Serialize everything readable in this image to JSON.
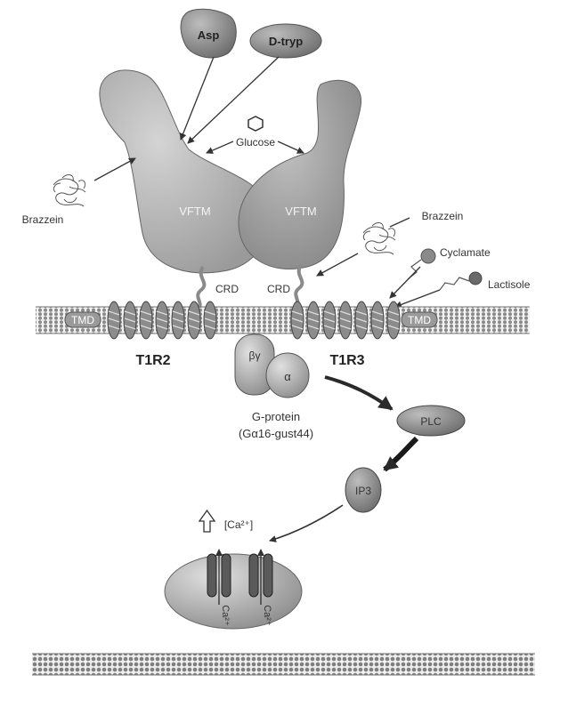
{
  "ligands": {
    "asp": "Asp",
    "dtryp": "D-tryp",
    "glucose": "Glucose",
    "brazzein_left": "Brazzein",
    "brazzein_right": "Brazzein",
    "cyclamate": "Cyclamate",
    "lactisole": "Lactisole"
  },
  "receptor": {
    "vftm_left": "VFTM",
    "vftm_right": "VFTM",
    "crd_left": "CRD",
    "crd_right": "CRD",
    "tmd_left": "TMD",
    "tmd_right": "TMD",
    "t1r2": "T1R2",
    "t1r3": "T1R3"
  },
  "gprotein": {
    "beta_gamma": "βγ",
    "alpha": "α",
    "label": "G-protein",
    "sublabel": "(Gα16-gust44)"
  },
  "pathway": {
    "plc": "PLC",
    "ip3": "IP3",
    "calcium": "[Ca²⁺]",
    "channel_ion": "Ca²⁺"
  }
}
